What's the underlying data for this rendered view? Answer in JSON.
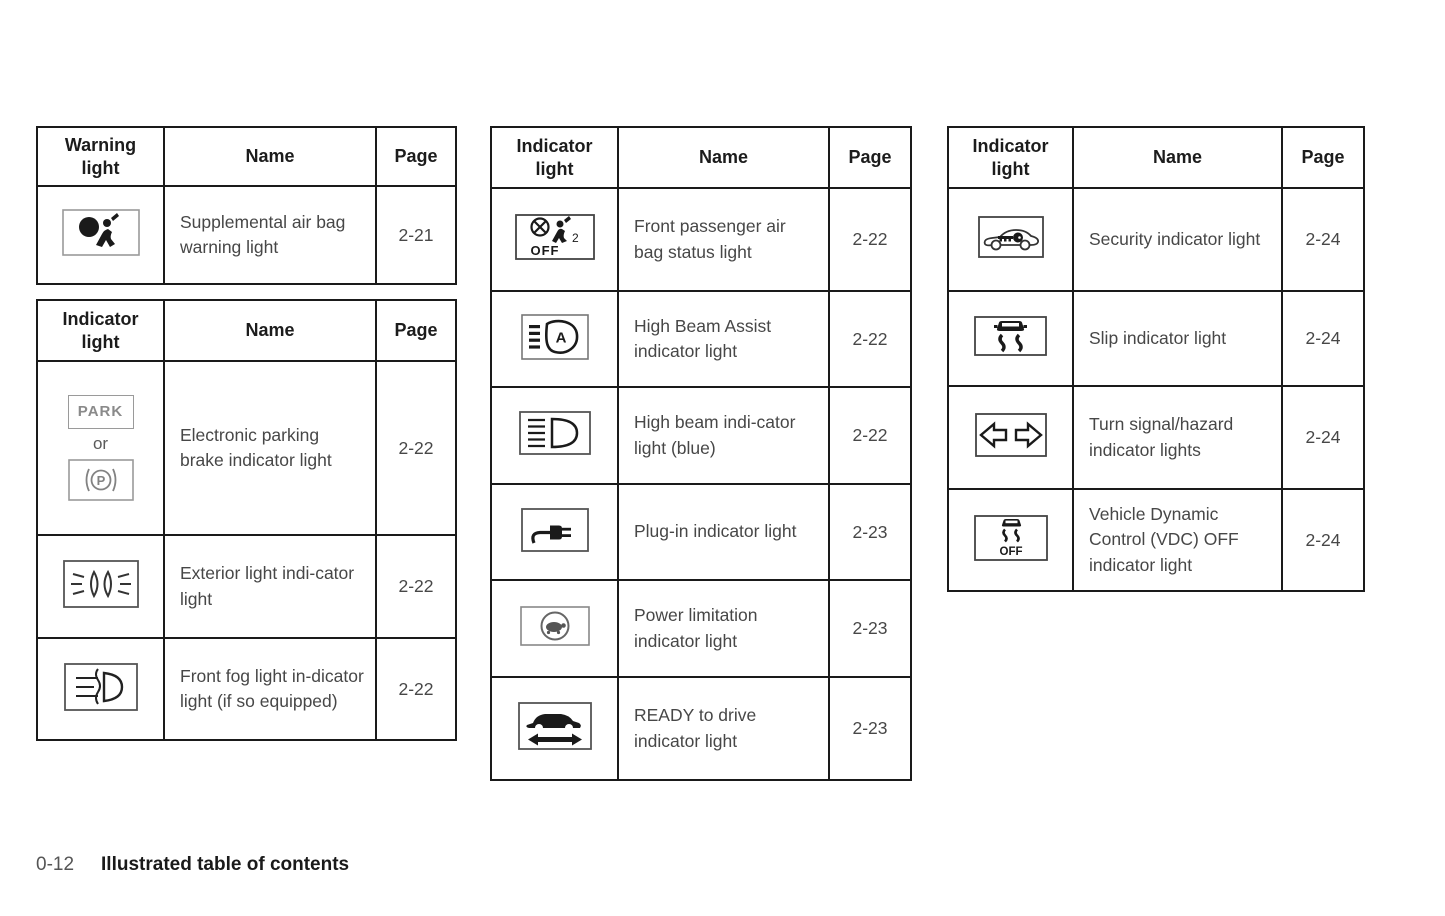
{
  "colors": {
    "table_border": "#1a1a1a",
    "body_text": "#474747",
    "muted_icon": "#8a8a8a"
  },
  "footer": {
    "page_number": "0-12",
    "section_title": "Illustrated table of contents"
  },
  "tables": [
    {
      "id": "warning-light-table",
      "headers": {
        "light": "Warning light",
        "name": "Name",
        "page": "Page"
      },
      "rows": [
        {
          "icon": "airbag-warning-icon",
          "name": "Supplemental air bag warning light",
          "page": "2-21"
        }
      ]
    },
    {
      "id": "indicator-light-table-left",
      "headers": {
        "light": "Indicator light",
        "name": "Name",
        "page": "Page"
      },
      "rows": [
        {
          "icon": "electronic-parking-brake-icon",
          "icon_labels": {
            "park": "PARK",
            "or": "or",
            "p": "P"
          },
          "name": "Electronic parking brake indicator light",
          "page": "2-22"
        },
        {
          "icon": "exterior-light-icon",
          "name": "Exterior light indi-cator light",
          "page": "2-22"
        },
        {
          "icon": "front-fog-light-icon",
          "name": "Front fog light in-dicator light (if so equipped)",
          "page": "2-22"
        }
      ]
    },
    {
      "id": "indicator-light-table-middle",
      "headers": {
        "light": "Indicator light",
        "name": "Name",
        "page": "Page"
      },
      "rows": [
        {
          "icon": "front-passenger-airbag-off-icon",
          "icon_labels": {
            "off": "OFF",
            "num": "2"
          },
          "name": "Front passenger air bag status light",
          "page": "2-22"
        },
        {
          "icon": "high-beam-assist-icon",
          "icon_labels": {
            "a": "A"
          },
          "name": "High Beam Assist indicator light",
          "page": "2-22"
        },
        {
          "icon": "high-beam-icon",
          "name": "High beam indi-cator light (blue)",
          "page": "2-22"
        },
        {
          "icon": "plug-in-icon",
          "name": "Plug-in indicator light",
          "page": "2-23"
        },
        {
          "icon": "power-limitation-icon",
          "name": "Power limitation indicator light",
          "page": "2-23"
        },
        {
          "icon": "ready-to-drive-icon",
          "name": "READY to drive indicator light",
          "page": "2-23"
        }
      ]
    },
    {
      "id": "indicator-light-table-right",
      "headers": {
        "light": "Indicator light",
        "name": "Name",
        "page": "Page"
      },
      "rows": [
        {
          "icon": "security-indicator-icon",
          "name": "Security indicator light",
          "page": "2-24"
        },
        {
          "icon": "slip-indicator-icon",
          "name": "Slip indicator light",
          "page": "2-24"
        },
        {
          "icon": "turn-signal-hazard-icon",
          "name": "Turn signal/hazard indicator lights",
          "page": "2-24"
        },
        {
          "icon": "vdc-off-icon",
          "icon_labels": {
            "off": "OFF"
          },
          "name": "Vehicle Dynamic Control (VDC) OFF indicator light",
          "page": "2-24"
        }
      ]
    }
  ]
}
